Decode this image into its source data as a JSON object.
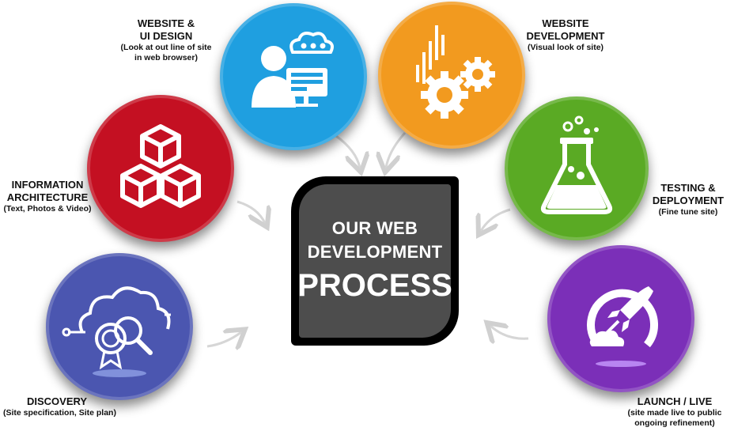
{
  "center": {
    "line1": "OUR WEB",
    "line2": "DEVELOPMENT",
    "line3": "PROCESS"
  },
  "steps": [
    {
      "title1": "WEBSITE &",
      "title2": "UI DESIGN",
      "sub1": "(Look at out line of site",
      "sub2": "in web browser)",
      "color": "#1f9fe0",
      "icon": "designer-icon"
    },
    {
      "title1": "WEBSITE",
      "title2": "DEVELOPMENT",
      "sub1": "(Visual  look of site)",
      "color": "#f29a1f",
      "icon": "gears-icon"
    },
    {
      "title1": "INFORMATION",
      "title2": "ARCHITECTURE",
      "sub1": "(Text, Photos & Video)",
      "color": "#c41022",
      "icon": "cubes-icon"
    },
    {
      "title1": "TESTING &",
      "title2": "DEPLOYMENT",
      "sub1": "(Fine tune site)",
      "color": "#5aaa24",
      "icon": "flask-icon"
    },
    {
      "title1": "DISCOVERY",
      "sub1": "(Site specification, Site plan)",
      "color": "#4b56b0",
      "icon": "cloud-search-icon"
    },
    {
      "title1": "LAUNCH / LIVE",
      "sub1": "(site made live to public",
      "sub2": "ongoing refinement)",
      "color": "#7b2fb8",
      "icon": "rocket-icon"
    }
  ]
}
